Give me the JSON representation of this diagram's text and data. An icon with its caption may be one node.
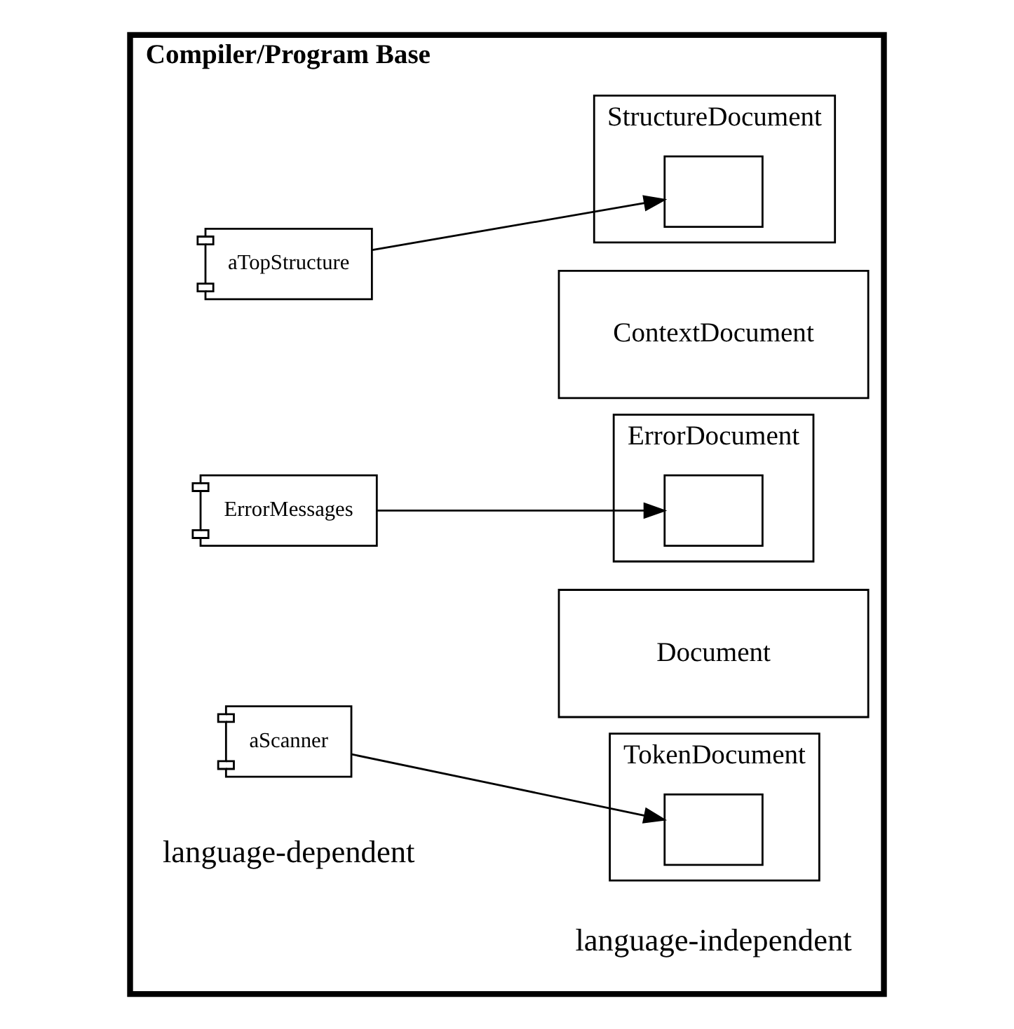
{
  "diagram": {
    "nodes": [
      {
        "text": [
          "Compiler/Program Base"
        ]
      },
      {
        "text": [
          "ContextDocument"
        ],
        "in": 0
      },
      {
        "text": [
          "aTopStructure"
        ],
        "in": 0
      },
      {
        "text": [
          "StructureDocument"
        ],
        "in": 0
      },
      {
        "text": [],
        "shape": "box",
        "in": 3
      },
      {
        "text": [
          "ErrorMessages"
        ],
        "in": 0
      },
      {
        "text": [
          "ErrorDocument"
        ],
        "in": 0
      },
      {
        "text": [],
        "shape": "box",
        "in": 6
      },
      {
        "text": [
          "aScanner"
        ],
        "in": 0
      },
      {
        "text": [
          "TokenDocument"
        ],
        "in": 0
      },
      {
        "text": [],
        "shape": "box",
        "in": 9
      },
      {
        "text": [
          "Document"
        ],
        "in": 0
      }
    ],
    "edges": [
      {
        "from": 2,
        "to": 4,
        "arrow": "to"
      },
      {
        "from": 5,
        "to": 7,
        "arrow": "to"
      },
      {
        "from": 8,
        "to": 10,
        "arrow": "to"
      }
    ],
    "labels": [
      "language-dependent",
      "language-independent"
    ]
  }
}
